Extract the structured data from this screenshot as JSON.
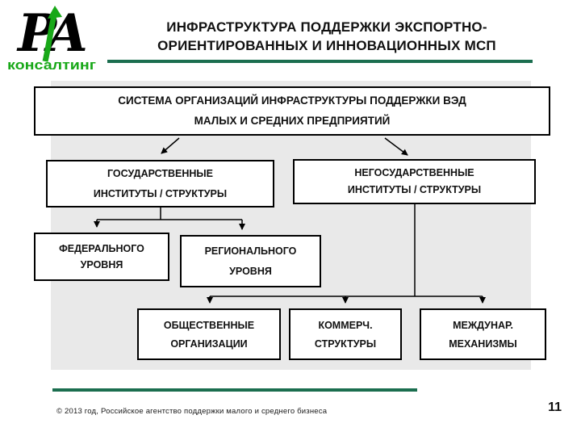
{
  "logo": {
    "letter_p": "Р",
    "letter_a": "А",
    "brand": "консалтинг"
  },
  "title": {
    "line1": "ИНФРАСТРУКТУРА ПОДДЕРЖКИ ЭКСПОРТНО-",
    "line2": "ОРИЕНТИРОВАННЫХ И ИННОВАЦИОННЫХ МСП"
  },
  "diagram": {
    "root": {
      "line1": "СИСТЕМА ОРГАНИЗАЦИЙ ИНФРАСТРУКТУРЫ ПОДДЕРЖКИ ВЭД",
      "line2": "МАЛЫХ И СРЕДНИХ ПРЕДПРИЯТИЙ"
    },
    "state": {
      "line1": "ГОСУДАРСТВЕННЫЕ",
      "line2": "ИНСТИТУТЫ / СТРУКТУРЫ"
    },
    "nonstate": {
      "line1": "НЕГОСУДАРСТВЕННЫЕ",
      "line2": "ИНСТИТУТЫ / СТРУКТУРЫ"
    },
    "federal": {
      "line1": "ФЕДЕРАЛЬНОГО",
      "line2": "УРОВНЯ"
    },
    "regional": {
      "line1": "РЕГИОНАЛЬНОГО",
      "line2": "УРОВНЯ"
    },
    "public": {
      "line1": "ОБЩЕСТВЕННЫЕ",
      "line2": "ОРГАНИЗАЦИИ"
    },
    "commercial": {
      "line1": "КОММЕРЧ.",
      "line2": "СТРУКТУРЫ"
    },
    "international": {
      "line1": "МЕЖДУНАР.",
      "line2": "МЕХАНИЗМЫ"
    }
  },
  "footer": {
    "copyright": "© 2013 год, Российское агентство поддержки малого и среднего бизнеса",
    "page_number": "11"
  },
  "colors": {
    "brand_green": "#18a818",
    "rule_green": "#1b6e4f",
    "panel_gray": "#e9e9e9"
  }
}
